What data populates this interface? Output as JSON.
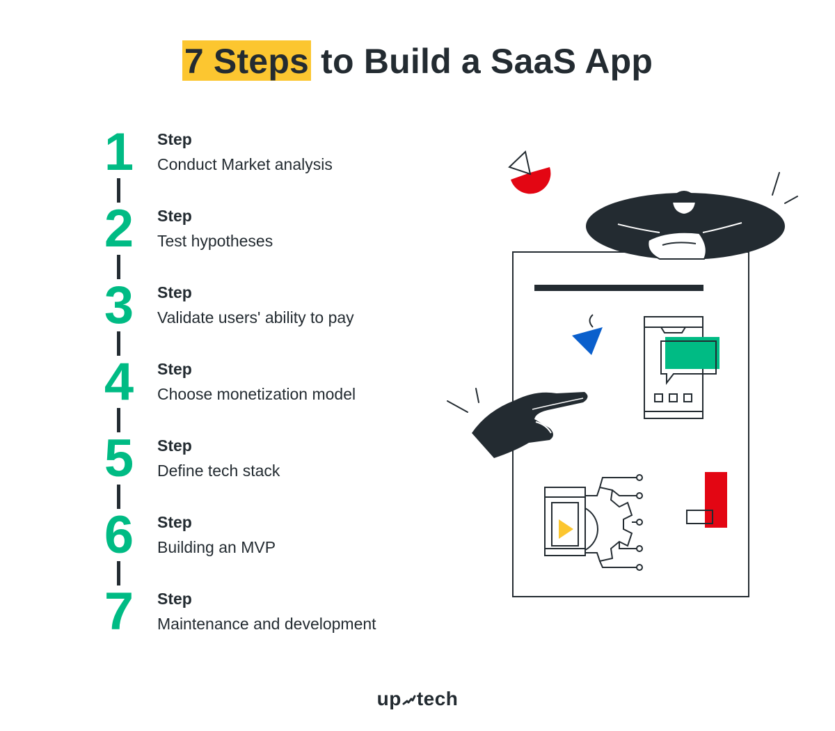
{
  "title": {
    "highlight": "7 Steps",
    "rest": " to Build a SaaS App"
  },
  "steps": [
    {
      "number": "1",
      "label": "Step",
      "text": "Conduct Market analysis"
    },
    {
      "number": "2",
      "label": "Step",
      "text": "Test hypotheses"
    },
    {
      "number": "3",
      "label": "Step",
      "text": "Validate users' ability to pay"
    },
    {
      "number": "4",
      "label": "Step",
      "text": "Choose monetization model"
    },
    {
      "number": "5",
      "label": "Step",
      "text": "Define tech stack"
    },
    {
      "number": "6",
      "label": "Step",
      "text": "Building an MVP"
    },
    {
      "number": "7",
      "label": "Step",
      "text": "Maintenance and development"
    }
  ],
  "logo": {
    "left": "up",
    "right": "tech"
  },
  "colors": {
    "accent_green": "#00bb84",
    "highlight_yellow": "#fcc630",
    "dark": "#232b31",
    "red": "#e30613",
    "blue": "#0a5fcc"
  }
}
